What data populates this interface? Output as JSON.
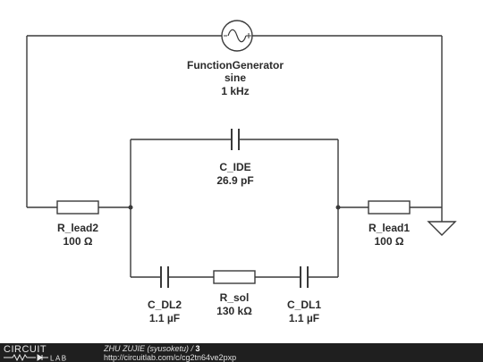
{
  "components": {
    "function_generator": {
      "name": "FunctionGenerator",
      "waveform": "sine",
      "frequency": "1 kHz",
      "symbol": "~+"
    },
    "c_ide": {
      "name": "C_IDE",
      "value": "26.9 pF"
    },
    "r_lead2": {
      "name": "R_lead2",
      "value": "100 Ω"
    },
    "r_lead1": {
      "name": "R_lead1",
      "value": "100 Ω"
    },
    "c_dl2": {
      "name": "C_DL2",
      "value": "1.1 µF"
    },
    "r_sol": {
      "name": "R_sol",
      "value": "130 kΩ"
    },
    "c_dl1": {
      "name": "C_DL1",
      "value": "1.1 µF"
    }
  },
  "footer": {
    "logo_top": "CIRCUIT",
    "logo_bottom": "LAB",
    "author": "ZHU ZUJIE (syusoketu)",
    "separator": " / ",
    "revision": "3",
    "url": "http://circuitlab.com/c/cg2tn64ve2pxp"
  },
  "colors": {
    "wire": "#3a3a3a",
    "footer_bg": "#1f1f1f",
    "footer_text": "#e0e0e0"
  }
}
